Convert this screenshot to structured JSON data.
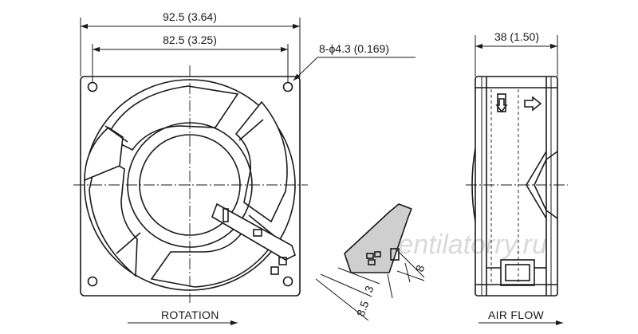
{
  "front_view": {
    "overall_width": "92.5 (3.64)",
    "hole_pitch": "82.5 (3.25)",
    "mounting_holes": "8-ϕ4.3 (0.169)",
    "caption": "ROTATION"
  },
  "side_view": {
    "depth": "38 (1.50)",
    "caption": "AIR FLOW"
  },
  "terminal_detail": {
    "dim_a": "8",
    "dim_b": "3",
    "dim_c": "8.5"
  },
  "watermark": "Ventilatorry.ru",
  "colors": {
    "line": "#1a1a1a",
    "fill": "#cfcfcf",
    "watermark": "#d9d9d9"
  }
}
